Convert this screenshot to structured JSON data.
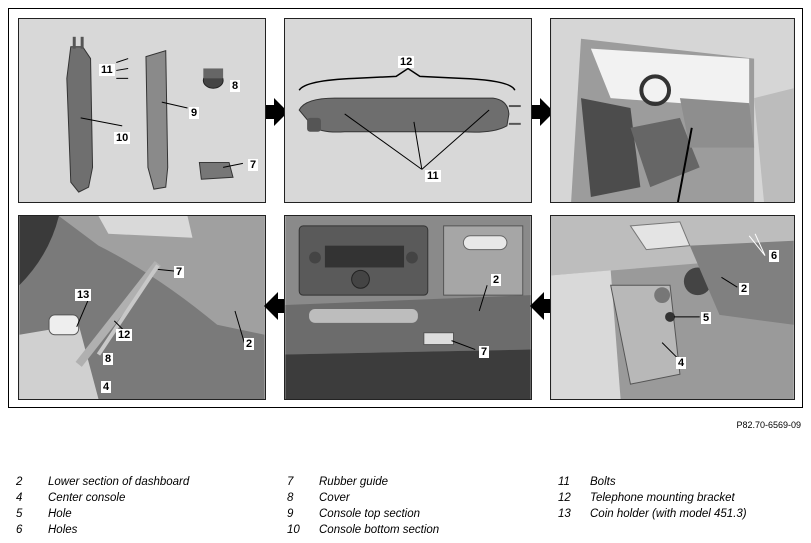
{
  "panels": {
    "p1": {
      "labels": [
        "11",
        "8",
        "9",
        "10",
        "7"
      ]
    },
    "p2": {
      "labels": [
        "12",
        "11"
      ]
    },
    "p4": {
      "labels": [
        "7",
        "13",
        "12",
        "8",
        "2",
        "4"
      ]
    },
    "p5": {
      "labels": [
        "2",
        "7"
      ]
    },
    "p6": {
      "labels": [
        "6",
        "2",
        "5",
        "4"
      ]
    }
  },
  "reference_code": "P82.70-6569-09",
  "legend": {
    "col1": [
      {
        "num": "2",
        "text": "Lower section of dashboard"
      },
      {
        "num": "4",
        "text": "Center console"
      },
      {
        "num": "5",
        "text": "Hole"
      },
      {
        "num": "6",
        "text": "Holes"
      }
    ],
    "col2": [
      {
        "num": "7",
        "text": "Rubber guide"
      },
      {
        "num": "8",
        "text": "Cover"
      },
      {
        "num": "9",
        "text": "Console top section"
      },
      {
        "num": "10",
        "text": "Console bottom section"
      }
    ],
    "col3": [
      {
        "num": "11",
        "text": "Bolts"
      },
      {
        "num": "12",
        "text": "Telephone mounting bracket"
      },
      {
        "num": "13",
        "text": "Coin holder (with model 451.3)"
      }
    ]
  }
}
